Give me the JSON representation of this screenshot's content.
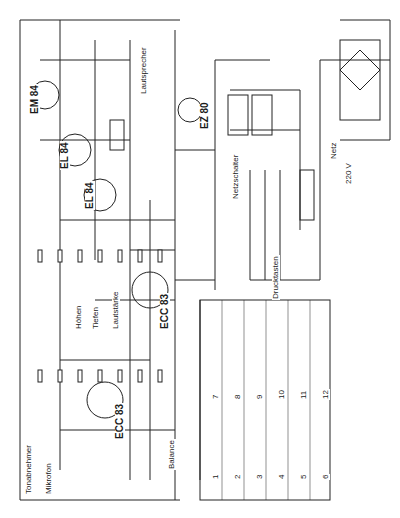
{
  "diagram": {
    "labels": [
      "ECC 83",
      "ECC 83",
      "EL 84",
      "EL 84",
      "EM 84",
      "EZ 80",
      "Netz",
      "220 V",
      "Lautsprecher",
      "Tonabnehmer",
      "Mikrofon",
      "Höhen",
      "Tiefen",
      "Lautstärke",
      "Balance",
      "Netzschalter",
      "Drucktasten",
      "1",
      "2",
      "3",
      "4",
      "5",
      "6",
      "7",
      "8",
      "9",
      "10",
      "11",
      "12"
    ]
  }
}
